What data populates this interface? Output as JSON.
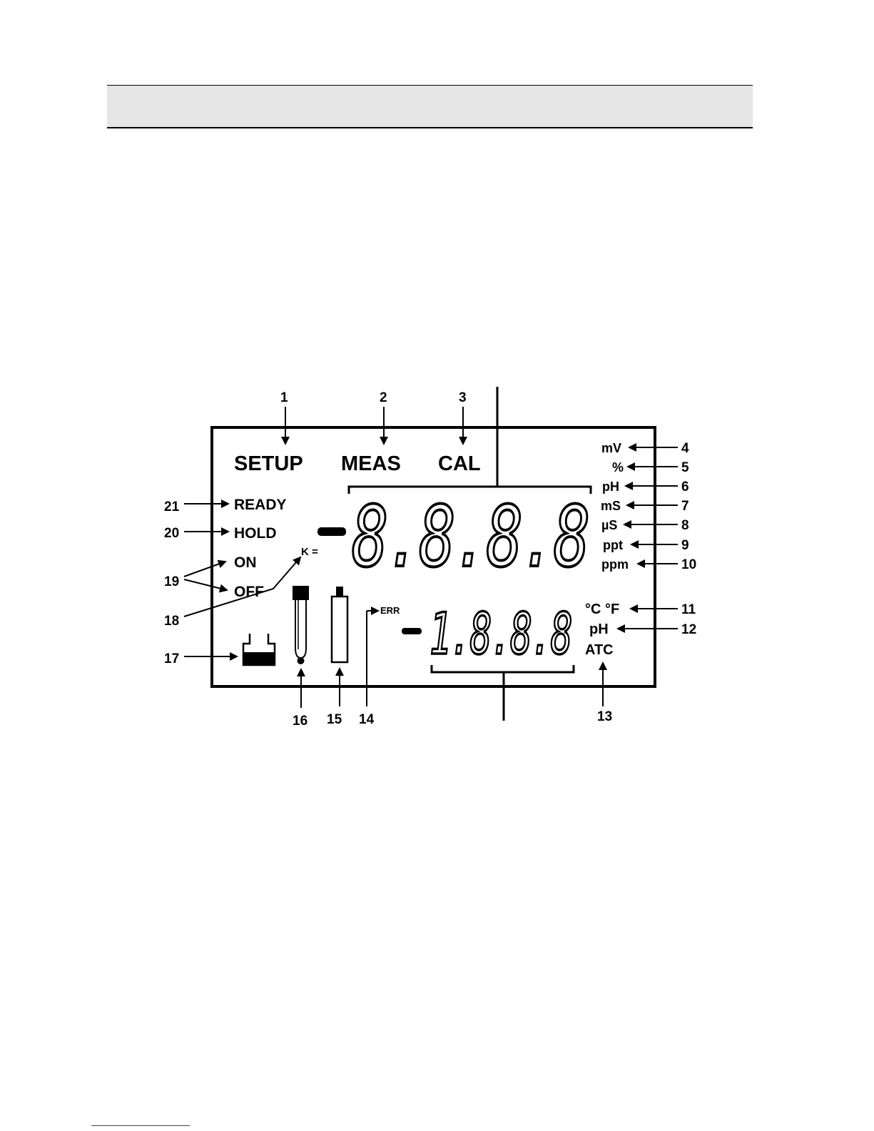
{
  "lcd": {
    "mode_labels": {
      "setup": "SETUP",
      "meas": "MEAS",
      "cal": "CAL"
    },
    "status_labels": {
      "ready": "READY",
      "hold": "HOLD",
      "on": "ON",
      "off": "OFF"
    },
    "k_label": "K =",
    "err_label": "ERR",
    "primary_digits": "8.8.8.8",
    "secondary_digits": "1.8.8.8",
    "units_right": {
      "mv": "mV",
      "percent": "%",
      "ph": "pH",
      "ms": "mS",
      "us": "µS",
      "ppt": "ppt",
      "ppm": "ppm"
    },
    "temp_units": "°C °F",
    "secondary_ph": "pH",
    "atc": "ATC"
  },
  "callouts": {
    "c1": "1",
    "c2": "2",
    "c3": "3",
    "c4": "4",
    "c5": "5",
    "c6": "6",
    "c7": "7",
    "c8": "8",
    "c9": "9",
    "c10": "10",
    "c11": "11",
    "c12": "12",
    "c13": "13",
    "c14": "14",
    "c15": "15",
    "c16": "16",
    "c17": "17",
    "c18": "18",
    "c19": "19",
    "c20": "20",
    "c21": "21"
  },
  "colors": {
    "ink": "#000000",
    "header_bg": "#e6e6e6",
    "footnote_rule": "#3333cc"
  }
}
